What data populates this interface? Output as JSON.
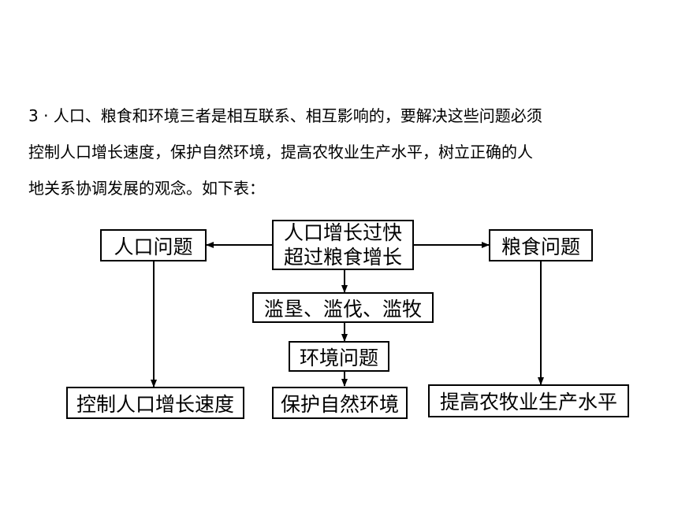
{
  "paragraph": {
    "lines": [
      "3 · 人口、粮食和环境三者是相互联系、相互影响的，要解决这些问题必须",
      "控制人口增长速度，保护自然环境，提高农牧业生产水平，树立正确的人",
      "地关系协调发展的观念。如下表："
    ]
  },
  "diagram": {
    "center_top": {
      "line1": "人口增长过快",
      "line2": "超过粮食增长"
    },
    "left_problem": "人口问题",
    "right_problem": "粮食问题",
    "middle_cause": "滥垦、滥伐、滥牧",
    "middle_problem": "环境问题",
    "left_solution": "控制人口增长速度",
    "middle_solution": "保护自然环境",
    "right_solution": "提高农牧业生产水平"
  }
}
